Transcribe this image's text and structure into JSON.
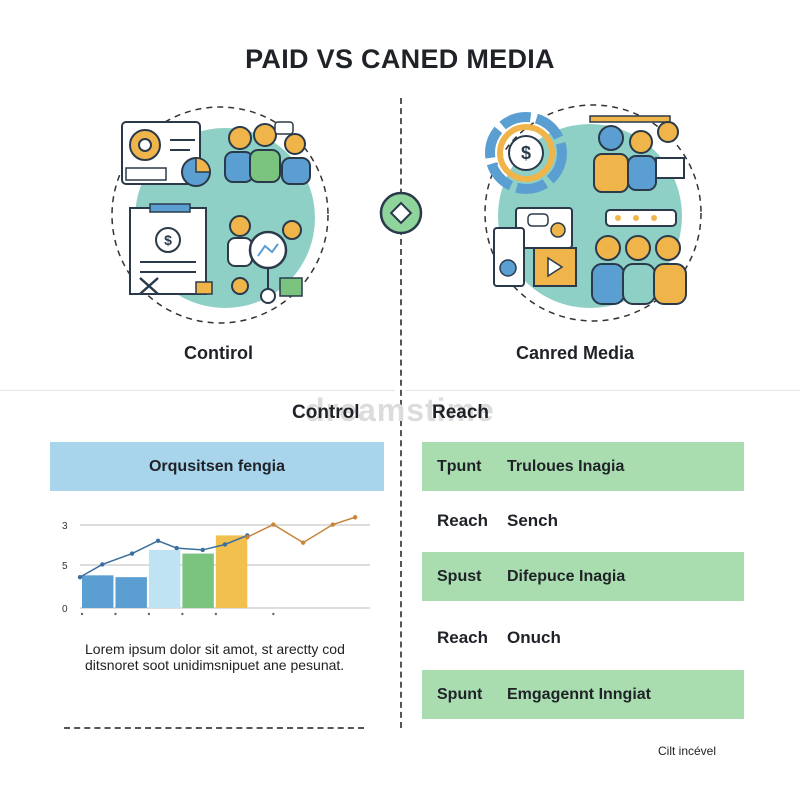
{
  "title": "PAID VS CANED MEDIA",
  "left": {
    "label": "Contirol",
    "heading": "Control",
    "bar_title": "Orqusitsen fengia",
    "description": "Lorem ipsum dolor sit amot, st arectty cod ditsnoret soot unidimsnipuet ane pesunat."
  },
  "right": {
    "label": "Canred Media",
    "heading": "Reach",
    "rows": [
      {
        "type": "green",
        "c1": "Tpunt",
        "c2": "Truloues Inagia"
      },
      {
        "type": "plain",
        "c1": "Reach",
        "c2": "Sench"
      },
      {
        "type": "green",
        "c1": "Spust",
        "c2": "Difepuce Inagia"
      },
      {
        "type": "plain",
        "c1": "Reach",
        "c2": "Onuch"
      },
      {
        "type": "green",
        "c1": "Spunt",
        "c2": "Emgagennt Inngiat"
      }
    ]
  },
  "watermark": "dreamstime",
  "credit": "Cilt incével",
  "colors": {
    "blue": "#a8d5ec",
    "green": "#a9ddb0",
    "teal": "#8ecfc6",
    "orange": "#f0b54a",
    "navy": "#2a3a4a"
  },
  "chart_data": {
    "type": "area",
    "y_tick_labels": [
      "3",
      "5",
      "0"
    ],
    "bars": [
      {
        "x": 0,
        "value": 0.9,
        "color": "#5b9fd2"
      },
      {
        "x": 1,
        "value": 0.85,
        "color": "#5b9fd2"
      },
      {
        "x": 2,
        "value": 1.6,
        "color": "#bfe3f3"
      },
      {
        "x": 3,
        "value": 1.5,
        "color": "#7bc47f"
      },
      {
        "x": 4,
        "value": 2.0,
        "color": "#f2c04f"
      }
    ],
    "line_blue": [
      {
        "x": 0,
        "y": 0.85
      },
      {
        "x": 0.6,
        "y": 1.2
      },
      {
        "x": 1.4,
        "y": 1.5
      },
      {
        "x": 2.1,
        "y": 1.85
      },
      {
        "x": 2.6,
        "y": 1.65
      },
      {
        "x": 3.3,
        "y": 1.6
      },
      {
        "x": 3.9,
        "y": 1.75
      },
      {
        "x": 4.5,
        "y": 2.0
      }
    ],
    "line_orange": [
      {
        "x": 4.5,
        "y": 1.95
      },
      {
        "x": 5.2,
        "y": 2.3
      },
      {
        "x": 6.0,
        "y": 1.8
      },
      {
        "x": 6.8,
        "y": 2.3
      },
      {
        "x": 7.4,
        "y": 2.5
      }
    ],
    "xlim": [
      0,
      7.8
    ],
    "ylim": [
      0,
      2.7
    ]
  }
}
